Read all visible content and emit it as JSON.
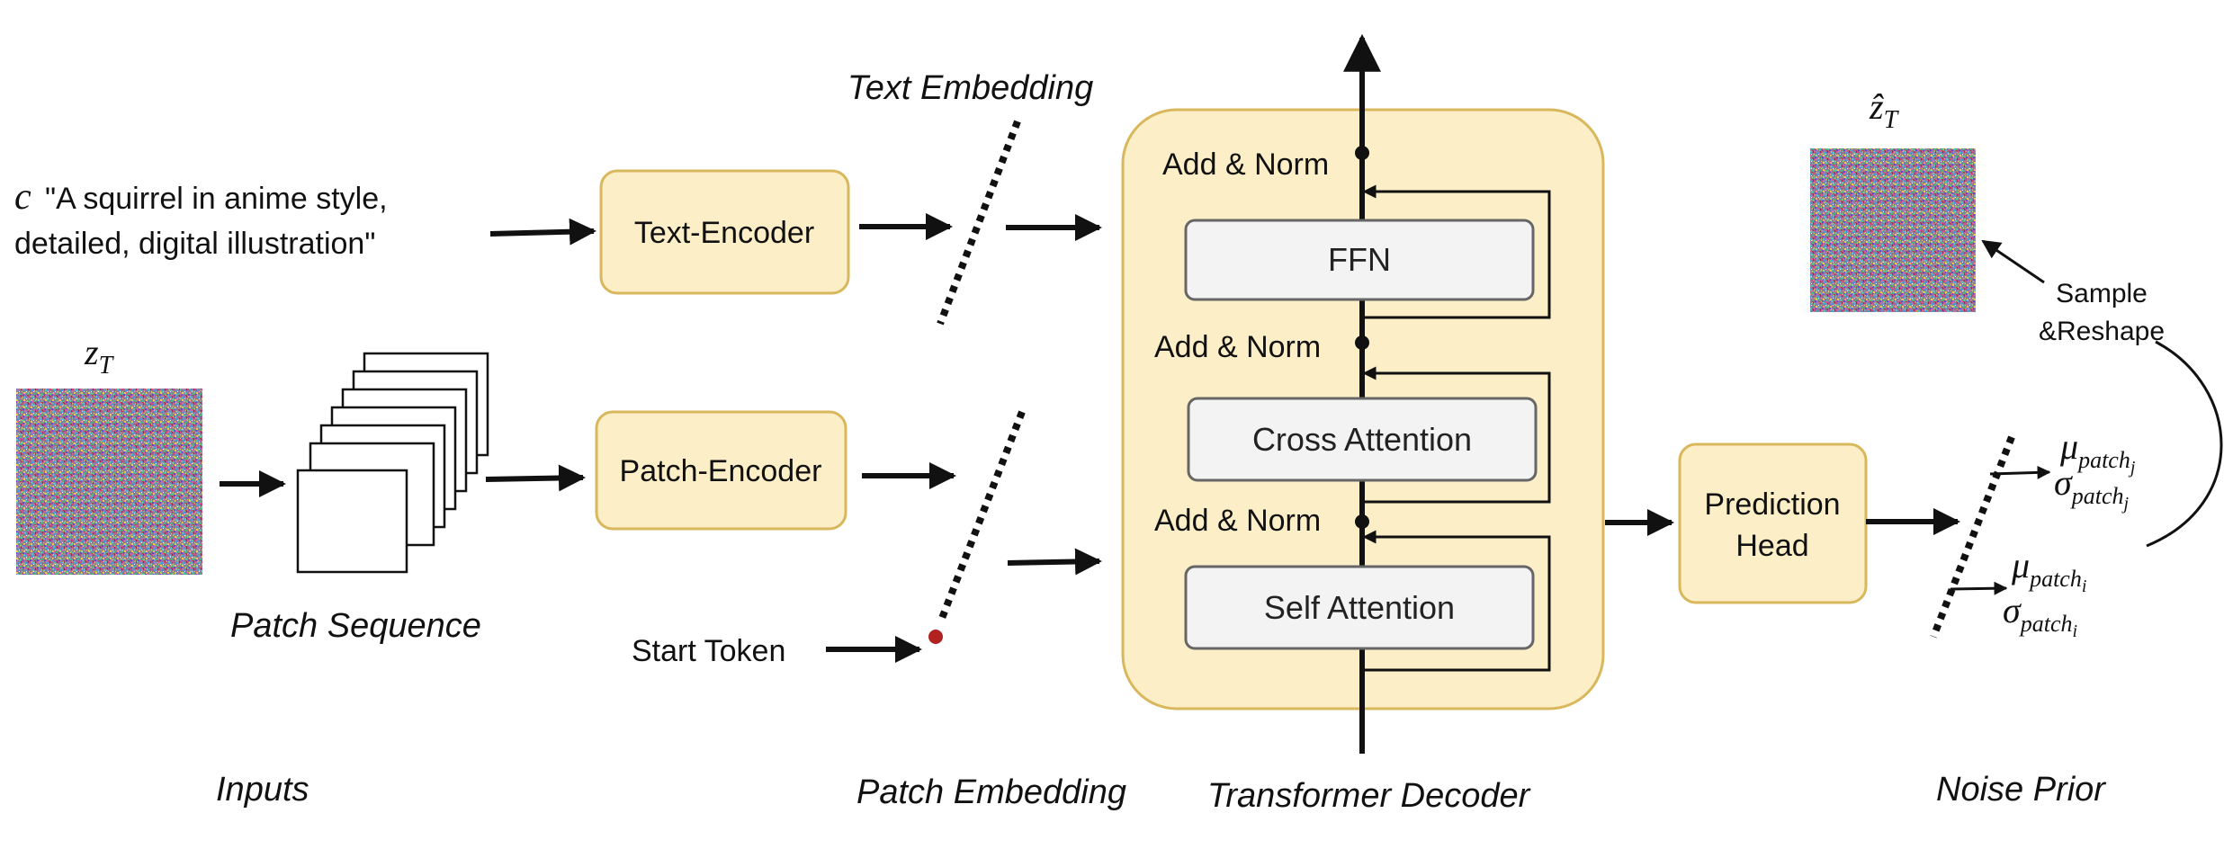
{
  "inputs": {
    "prompt_symbol": "c",
    "prompt_line1": "\"A squirrel in anime style,",
    "prompt_line2": "detailed, digital illustration\"",
    "latent_label_base": "z",
    "latent_label_sub": "T",
    "patch_sequence_label": "Patch Sequence",
    "section_label": "Inputs"
  },
  "encoders": {
    "text_encoder": "Text-Encoder",
    "patch_encoder": "Patch-Encoder"
  },
  "embeddings": {
    "text_embedding_label": "Text Embedding",
    "patch_embedding_label": "Patch Embedding",
    "start_token_label": "Start Token",
    "start_token_color": "#b22222"
  },
  "decoder": {
    "section_label": "Transformer Decoder",
    "add_norm_top": "Add & Norm",
    "add_norm_mid": "Add & Norm",
    "add_norm_bottom": "Add & Norm",
    "ffn": "FFN",
    "cross_attention": "Cross Attention",
    "self_attention": "Self Attention",
    "container_fill": "#fcefc7",
    "container_stroke": "#d9b75c"
  },
  "prediction_head": {
    "line1": "Prediction",
    "line2": "Head"
  },
  "noise_prior": {
    "section_label": "Noise Prior",
    "sample_line1": "Sample",
    "sample_line2": "&Reshape",
    "output_label_base": "ẑ",
    "output_label_sub": "T",
    "mu_j_base": "μ",
    "mu_j_sub": "patch",
    "mu_j_idx": "j",
    "sigma_j_base": "σ",
    "sigma_j_sub": "patch",
    "sigma_j_idx": "j",
    "mu_i_base": "μ",
    "mu_i_sub": "patch",
    "mu_i_idx": "i",
    "sigma_i_base": "σ",
    "sigma_i_sub": "patch",
    "sigma_i_idx": "i"
  },
  "colors": {
    "box_fill": "#fcefc7",
    "box_stroke": "#d9b75c",
    "inner_fill": "#f3f3f3",
    "inner_stroke": "#666666"
  }
}
